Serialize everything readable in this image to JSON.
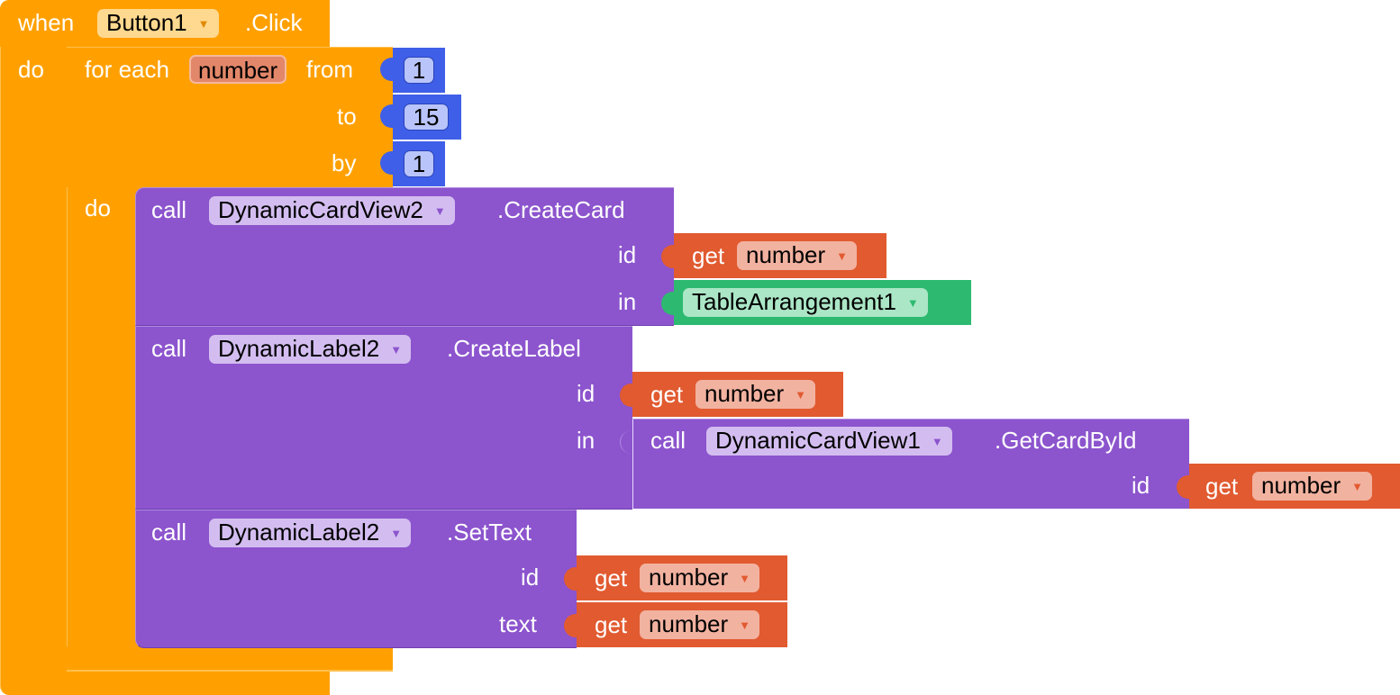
{
  "event": {
    "when_label": "when",
    "component": "Button1",
    "event_name": ".Click",
    "do_label": "do"
  },
  "loop": {
    "for_each_label": "for each",
    "variable": "number",
    "from_label": "from",
    "from_value": "1",
    "to_label": "to",
    "to_value": "15",
    "by_label": "by",
    "by_value": "1",
    "do_label": "do"
  },
  "create_card": {
    "call_label": "call",
    "component": "DynamicCardView2",
    "method": ".CreateCard",
    "id_label": "id",
    "id_get_label": "get",
    "id_get_var": "number",
    "in_label": "in",
    "in_component": "TableArrangement1"
  },
  "create_label": {
    "call_label": "call",
    "component": "DynamicLabel2",
    "method": ".CreateLabel",
    "id_label": "id",
    "id_get_label": "get",
    "id_get_var": "number",
    "in_label": "in",
    "in_call_label": "call",
    "in_call_component": "DynamicCardView1",
    "in_call_method": ".GetCardById",
    "in_call_id_label": "id",
    "in_call_get_label": "get",
    "in_call_get_var": "number"
  },
  "set_text": {
    "call_label": "call",
    "component": "DynamicLabel2",
    "method": ".SetText",
    "id_label": "id",
    "id_get_label": "get",
    "id_get_var": "number",
    "text_label": "text",
    "text_get_label": "get",
    "text_get_var": "number"
  },
  "colors": {
    "event_block": "#ffa000",
    "component_block": "#8c54cd",
    "number_block": "#3f5fe8",
    "variable_block": "#e15a30",
    "layout_block": "#2dba70"
  },
  "icons": {
    "dropdown": "dropdown-arrow-icon"
  }
}
